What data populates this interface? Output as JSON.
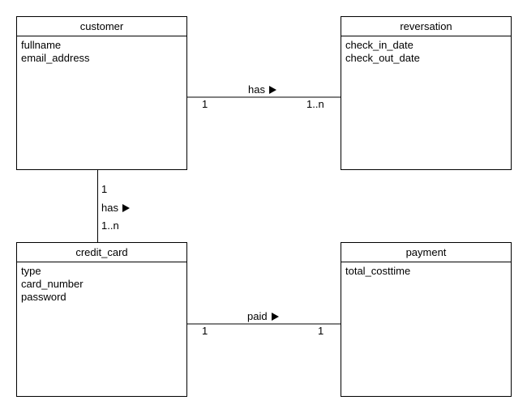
{
  "entities": [
    {
      "name": "customer",
      "attributes": [
        "fullname",
        "email_address"
      ]
    },
    {
      "name": "reversation",
      "attributes": [
        "check_in_date",
        "check_out_date"
      ]
    },
    {
      "name": "credit_card",
      "attributes": [
        "type",
        "card_number",
        "password"
      ]
    },
    {
      "name": "payment",
      "attributes": [
        "total_costtime"
      ]
    }
  ],
  "relations": [
    {
      "label": "has",
      "from": "customer",
      "to": "reversation",
      "from_mult": "1",
      "to_mult": "1..n"
    },
    {
      "label": "has",
      "from": "customer",
      "to": "credit_card",
      "from_mult": "1",
      "to_mult": "1..n"
    },
    {
      "label": "paid",
      "from": "credit_card",
      "to": "payment",
      "from_mult": "1",
      "to_mult": "1"
    }
  ]
}
